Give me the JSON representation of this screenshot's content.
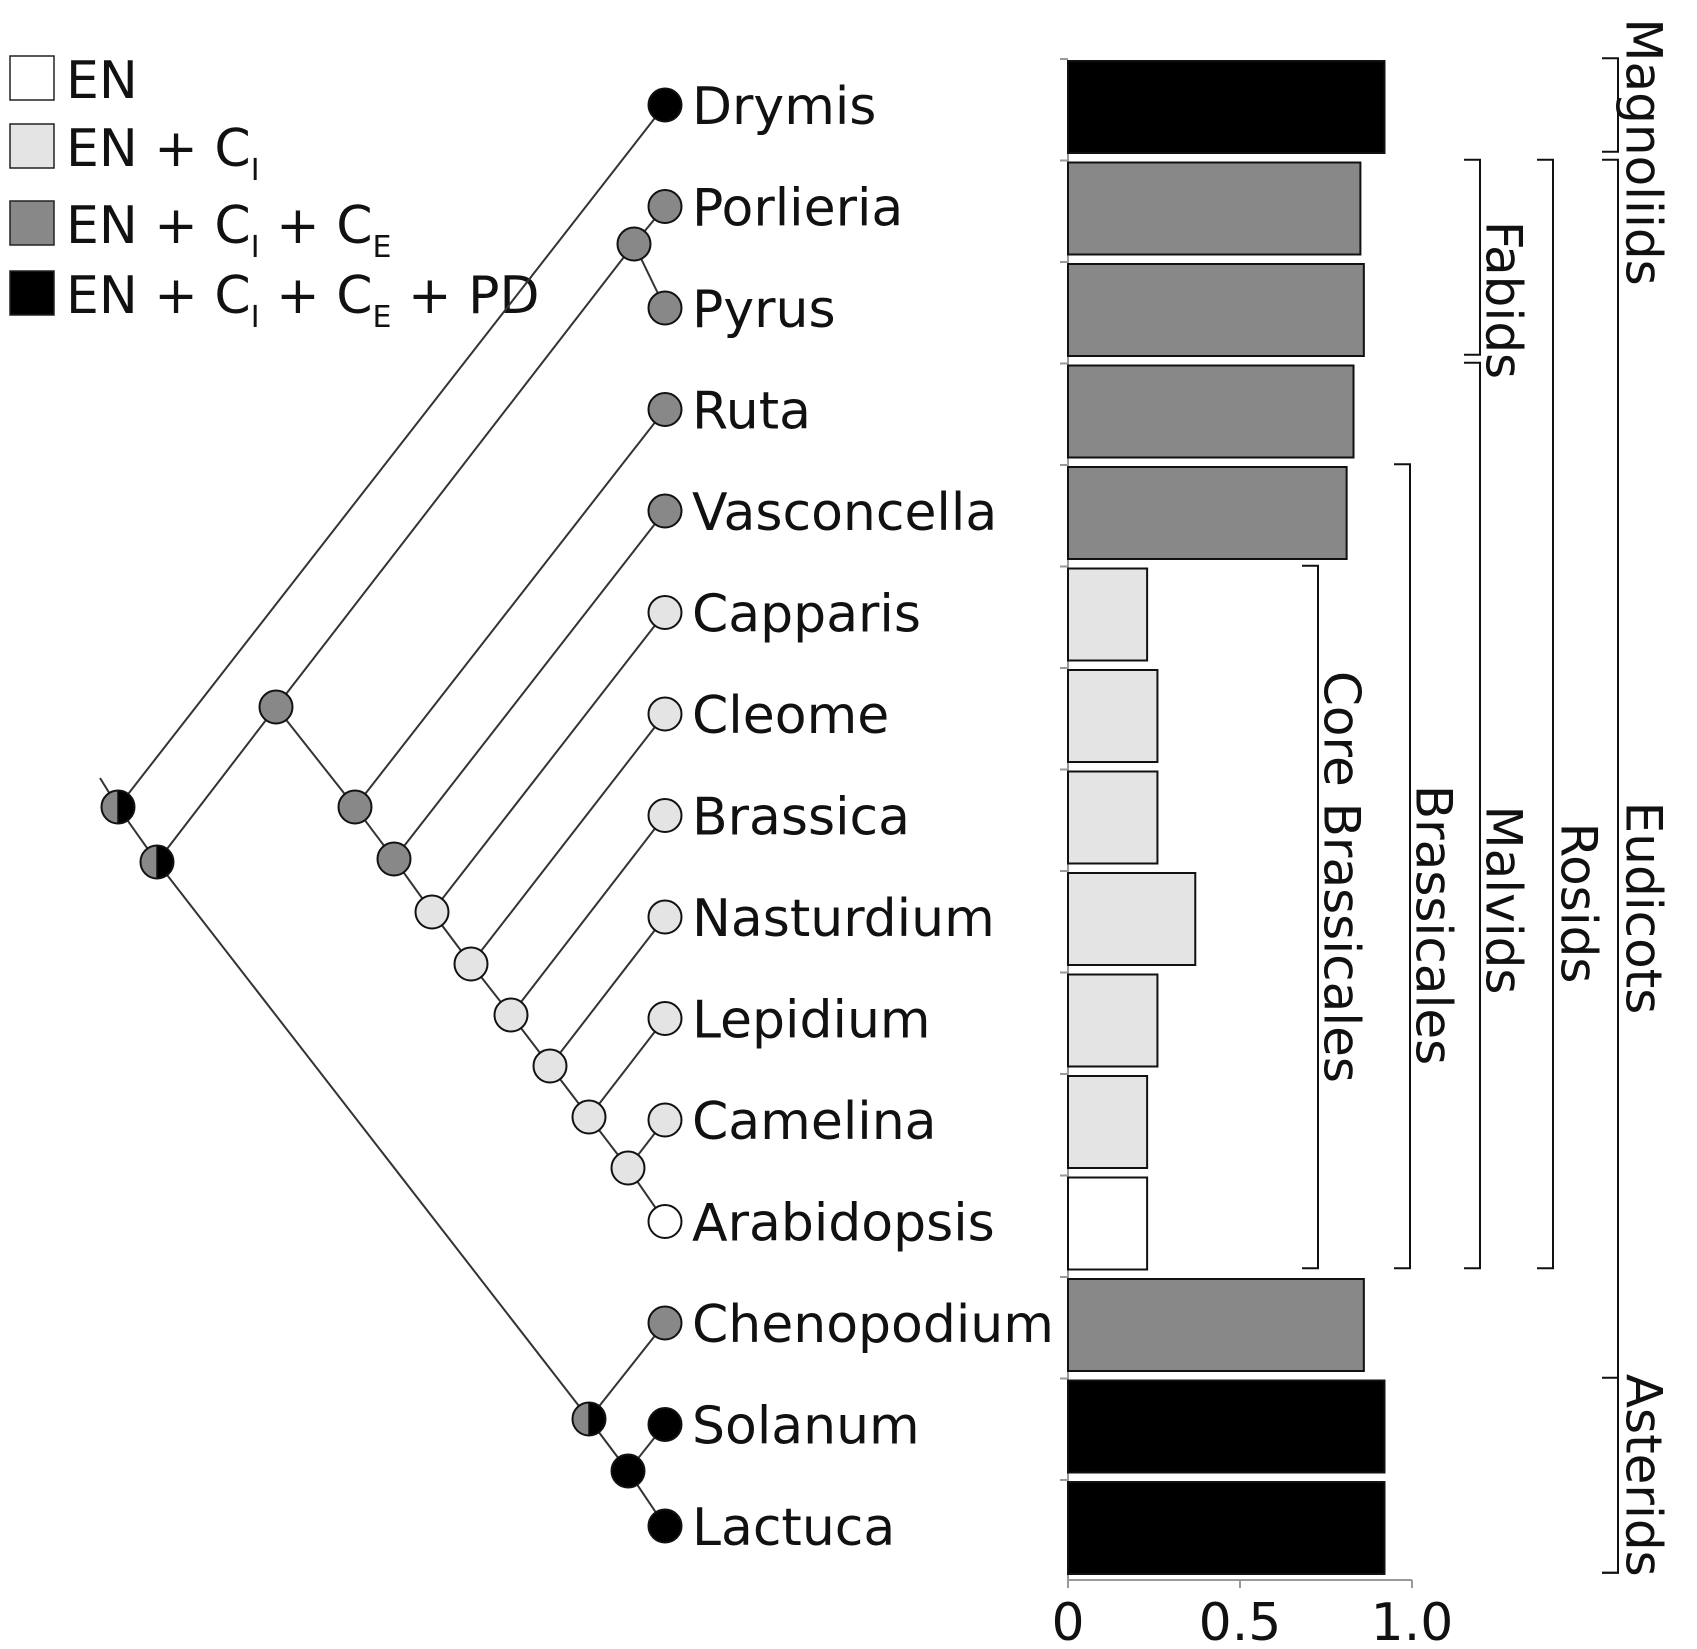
{
  "colors": {
    "EN": "#ffffff",
    "EN_CI": "#e4e4e4",
    "EN_CI_CE": "#888888",
    "EN_CI_CE_PD": "#000000"
  },
  "legend": [
    {
      "state": "EN",
      "parts": [
        {
          "t": "EN"
        }
      ]
    },
    {
      "state": "EN_CI",
      "parts": [
        {
          "t": "EN + C"
        },
        {
          "t": "I",
          "sub": true
        }
      ]
    },
    {
      "state": "EN_CI_CE",
      "parts": [
        {
          "t": "EN + C"
        },
        {
          "t": "I",
          "sub": true
        },
        {
          "t": " + C"
        },
        {
          "t": "E",
          "sub": true
        }
      ]
    },
    {
      "state": "EN_CI_CE_PD",
      "parts": [
        {
          "t": "EN + C"
        },
        {
          "t": "I",
          "sub": true
        },
        {
          "t": " + C"
        },
        {
          "t": "E",
          "sub": true
        },
        {
          "t": " + PD"
        }
      ]
    }
  ],
  "taxa": [
    {
      "name": "Drymis",
      "state": "EN_CI_CE_PD"
    },
    {
      "name": "Porlieria",
      "state": "EN_CI_CE"
    },
    {
      "name": "Pyrus",
      "state": "EN_CI_CE"
    },
    {
      "name": "Ruta",
      "state": "EN_CI_CE"
    },
    {
      "name": "Vasconcella",
      "state": "EN_CI_CE"
    },
    {
      "name": "Capparis",
      "state": "EN_CI"
    },
    {
      "name": "Cleome",
      "state": "EN_CI"
    },
    {
      "name": "Brassica",
      "state": "EN_CI"
    },
    {
      "name": "Nasturdium",
      "state": "EN_CI"
    },
    {
      "name": "Lepidium",
      "state": "EN_CI"
    },
    {
      "name": "Camelina",
      "state": "EN_CI"
    },
    {
      "name": "Arabidopsis",
      "state": "EN"
    },
    {
      "name": "Chenopodium",
      "state": "EN_CI_CE"
    },
    {
      "name": "Solanum",
      "state": "EN_CI_CE_PD"
    },
    {
      "name": "Lactuca",
      "state": "EN_CI_CE_PD"
    }
  ],
  "internal_nodes": [
    {
      "id": "root",
      "state": "half",
      "children": [
        "n_eud",
        "Drymis"
      ]
    },
    {
      "id": "n_eud",
      "state": "half",
      "children": [
        "n_rosids",
        "n_ast"
      ]
    },
    {
      "id": "n_rosids",
      "state": "EN_CI_CE",
      "children": [
        "n_fab",
        "n_malv"
      ]
    },
    {
      "id": "n_fab",
      "state": "EN_CI_CE",
      "children": [
        "Porlieria",
        "Pyrus"
      ]
    },
    {
      "id": "n_malv",
      "state": "EN_CI_CE",
      "children": [
        "Ruta",
        "n_bras"
      ]
    },
    {
      "id": "n_bras",
      "state": "EN_CI_CE",
      "children": [
        "Vasconcella",
        "n_core"
      ]
    },
    {
      "id": "n_core",
      "state": "EN_CI",
      "children": [
        "Capparis",
        "n_c2"
      ]
    },
    {
      "id": "n_c2",
      "state": "EN_CI",
      "children": [
        "Cleome",
        "n_c3"
      ]
    },
    {
      "id": "n_c3",
      "state": "EN_CI",
      "children": [
        "Brassica",
        "n_c4"
      ]
    },
    {
      "id": "n_c4",
      "state": "EN_CI",
      "children": [
        "Nasturdium",
        "n_c5"
      ]
    },
    {
      "id": "n_c5",
      "state": "EN_CI",
      "children": [
        "Lepidium",
        "n_c6"
      ]
    },
    {
      "id": "n_c6",
      "state": "EN_CI",
      "children": [
        "Camelina",
        "Arabidopsis"
      ]
    },
    {
      "id": "n_ast",
      "state": "half",
      "children": [
        "Chenopodium",
        "n_ast2"
      ]
    },
    {
      "id": "n_ast2",
      "state": "EN_CI_CE_PD",
      "children": [
        "Solanum",
        "Lactuca"
      ]
    }
  ],
  "chart_data": {
    "type": "bar",
    "orientation": "horizontal",
    "categories": [
      "Drymis",
      "Porlieria",
      "Pyrus",
      "Ruta",
      "Vasconcella",
      "Capparis",
      "Cleome",
      "Brassica",
      "Nasturdium",
      "Lepidium",
      "Camelina",
      "Arabidopsis",
      "Chenopodium",
      "Solanum",
      "Lactuca"
    ],
    "values": [
      0.92,
      0.85,
      0.86,
      0.83,
      0.81,
      0.23,
      0.26,
      0.26,
      0.37,
      0.26,
      0.23,
      0.23,
      0.86,
      0.92,
      0.92
    ],
    "xlim": [
      0,
      1.0
    ],
    "ticks": [
      "0",
      "0.5",
      "1.0"
    ],
    "grid": false
  },
  "clades": [
    {
      "name": "Core Brassicales",
      "from": "Capparis",
      "to": "Arabidopsis"
    },
    {
      "name": "Brassicales",
      "from": "Vasconcella",
      "to": "Arabidopsis"
    },
    {
      "name": "Fabids",
      "from": "Porlieria",
      "to": "Pyrus"
    },
    {
      "name": "Malvids",
      "from": "Ruta",
      "to": "Arabidopsis"
    },
    {
      "name": "Rosids",
      "from": "Porlieria",
      "to": "Arabidopsis"
    },
    {
      "name": "Asterids",
      "from": "Solanum",
      "to": "Lactuca"
    },
    {
      "name": "Magnoliids",
      "from": "Drymis",
      "to": "Drymis"
    },
    {
      "name": "Eudicots",
      "from": "Porlieria",
      "to": "Lactuca"
    }
  ]
}
